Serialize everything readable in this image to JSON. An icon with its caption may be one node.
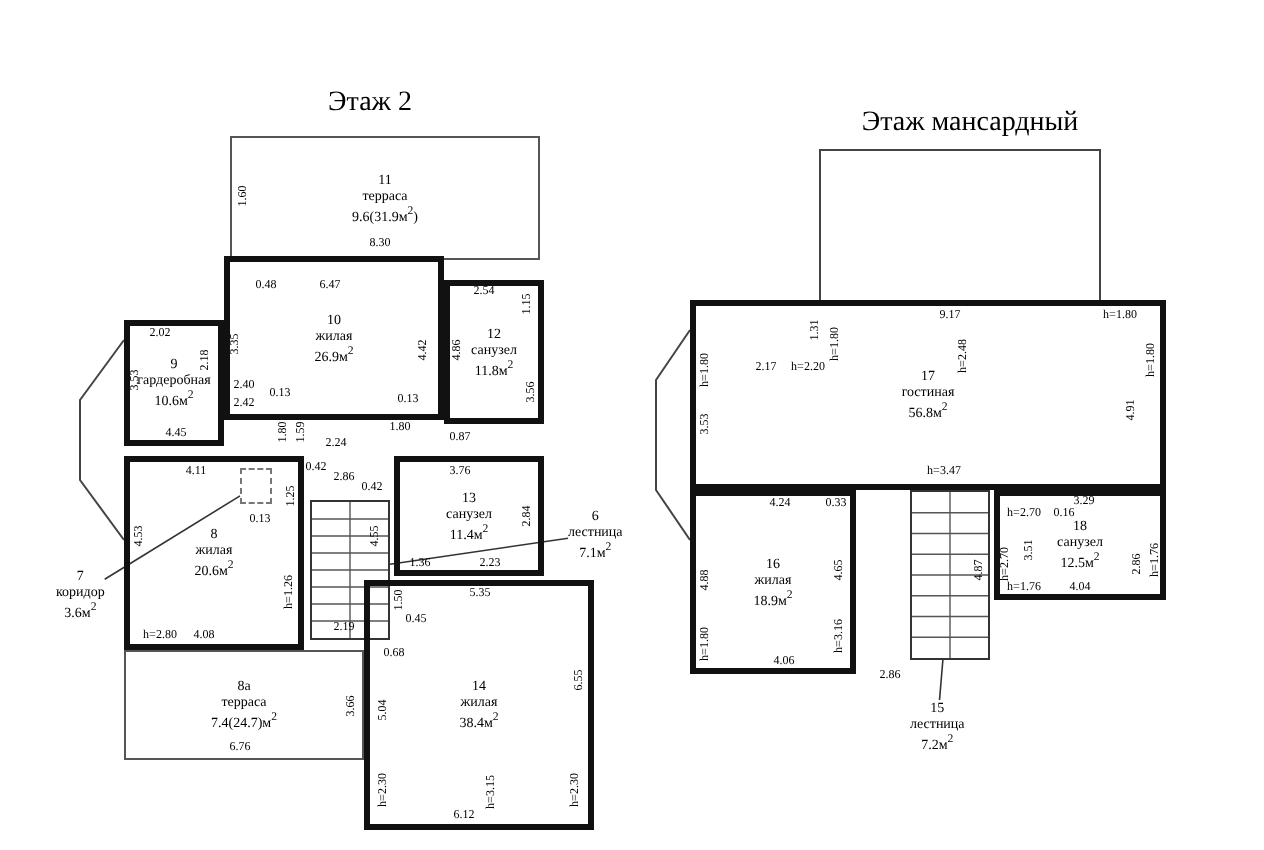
{
  "diagram": {
    "nodes": [
      {
        "text": [
          "11",
          "терраса",
          "9.6(31.9м$^{2}$)"
        ]
      },
      {
        "text": [
          "9",
          "гардеробная",
          "10.6м$^{2}$"
        ]
      },
      {
        "text": [
          "10",
          "жилая",
          "26.9м$^{2}$"
        ]
      },
      {
        "text": [
          "12",
          "санузел",
          "11.8м$^{2}$"
        ]
      },
      {
        "text": [
          "8",
          "жилая",
          "20.6м$^{2}$"
        ]
      },
      {
        "text": [
          "13",
          "санузел",
          "11.4м$^{2}$"
        ]
      },
      {
        "text": [
          "6",
          "лестница",
          "7.1м$^{2}$"
        ]
      },
      {
        "text": [],
        "shape": "stairs"
      },
      {
        "text": [
          "7",
          "коридор",
          "3.6м$^{2}$"
        ]
      },
      {
        "text": [],
        "shape": "box",
        "in": 4
      },
      {
        "text": [
          "8а",
          "терраса",
          "7.4(24.7)м$^{2}$"
        ]
      },
      {
        "text": [
          "14",
          "жилая",
          "38.4м$^{2}$"
        ]
      },
      {
        "text": [
          "17",
          "гостиная",
          "56.8м$^{2}$"
        ]
      },
      {
        "text": [
          "16",
          "жилая",
          "18.9м$^{2}$"
        ]
      },
      {
        "text": [
          "18",
          "санузел",
          "12.5м$^{2}$"
        ]
      },
      {
        "text": [
          "15",
          "лестница",
          "7.2м$^{2}$"
        ]
      },
      {
        "text": [],
        "shape": "stairs"
      }
    ],
    "edges": [
      {
        "from": 6,
        "to": 7,
        "arrow": "none"
      },
      {
        "from": 8,
        "to": 9,
        "arrow": "none"
      },
      {
        "from": 15,
        "to": 16,
        "arrow": "none"
      }
    ],
    "labels": [
      "Этаж 2",
      "Этаж мансардный",
      "1.60",
      "8.30",
      "0.48",
      "6.47",
      "2.54",
      "1.15",
      "2.02",
      "2.18",
      "3.35",
      "4.42",
      "4.86",
      "3.53",
      "3.56",
      "2.40",
      "0.13",
      "2.42",
      "0.13",
      "1.80",
      "1.59",
      "4.45",
      "1.80",
      "0.87",
      "2.24",
      "4.11",
      "0.42",
      "2.86",
      "1.25",
      "3.76",
      "0.42",
      "0.13",
      "4.53",
      "4.55",
      "2.84",
      "1.36",
      "2.23",
      "h=1.26",
      "h=2.80",
      "4.08",
      "1.50",
      "2.19",
      "0.45",
      "0.68",
      "5.35",
      "3.66",
      "5.04",
      "6.55",
      "6.76",
      "h=2.30",
      "h=2.30",
      "6.12",
      "h=3.15",
      "9.17",
      "1.31",
      "h=1.80",
      "h=1.80",
      "h=2.48",
      "2.17",
      "h=2.20",
      "h=1.80",
      "h=1.80",
      "4.91",
      "3.53",
      "h=3.47",
      "4.24",
      "0.33",
      "3.29",
      "h=2.70",
      "0.16",
      "3.51",
      "4.87",
      "h=2.70",
      "4.88",
      "h=1.76",
      "2.86",
      "h=1.76",
      "4.04",
      "h=1.80",
      "h=3.16",
      "4.65",
      "4.06",
      "2.86"
    ]
  }
}
